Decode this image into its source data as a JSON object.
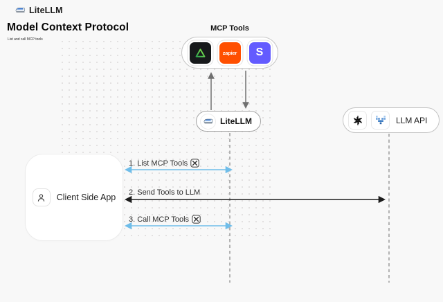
{
  "header": {
    "brand": "LiteLLM",
    "title": "Model Context Protocol",
    "subtitle": "List and call MCP tools"
  },
  "mcp_tools": {
    "label": "MCP Tools",
    "tools": [
      {
        "name": "triangle-tool-icon",
        "bg": "#17191B"
      },
      {
        "name": "zapier-icon",
        "bg": "#FF4F00",
        "text": "zapier"
      },
      {
        "name": "stripe-icon",
        "bg": "#635BFF",
        "text": "S"
      }
    ]
  },
  "nodes": {
    "litellm": {
      "label": "LiteLLM"
    },
    "llm_api": {
      "label": "LLM API"
    },
    "client": {
      "label": "Client Side App"
    }
  },
  "sequence": {
    "steps": [
      {
        "label": "1. List MCP Tools",
        "tool_icon": true,
        "arrow_color": "#6fbde9",
        "from": "Client Side App",
        "to": "LiteLLM"
      },
      {
        "label": "2. Send Tools to LLM",
        "tool_icon": false,
        "arrow_color": "#1d1d1d",
        "from": "Client Side App",
        "to": "LLM API"
      },
      {
        "label": "3. Call MCP Tools",
        "tool_icon": true,
        "arrow_color": "#6fbde9",
        "from": "Client Side App",
        "to": "LiteLLM"
      }
    ]
  },
  "colors": {
    "background": "#f8f8f8",
    "arrow_blue": "#6fbde9",
    "arrow_black": "#1d1d1d",
    "arrow_gray": "#707070",
    "lifeline_gray": "#9a9a9a",
    "zapier_orange": "#FF4F00",
    "stripe_purple": "#635BFF",
    "tool_dark": "#17191B",
    "triangle_green": "#3ecf4c",
    "train_blue": "#3d7dd8"
  }
}
